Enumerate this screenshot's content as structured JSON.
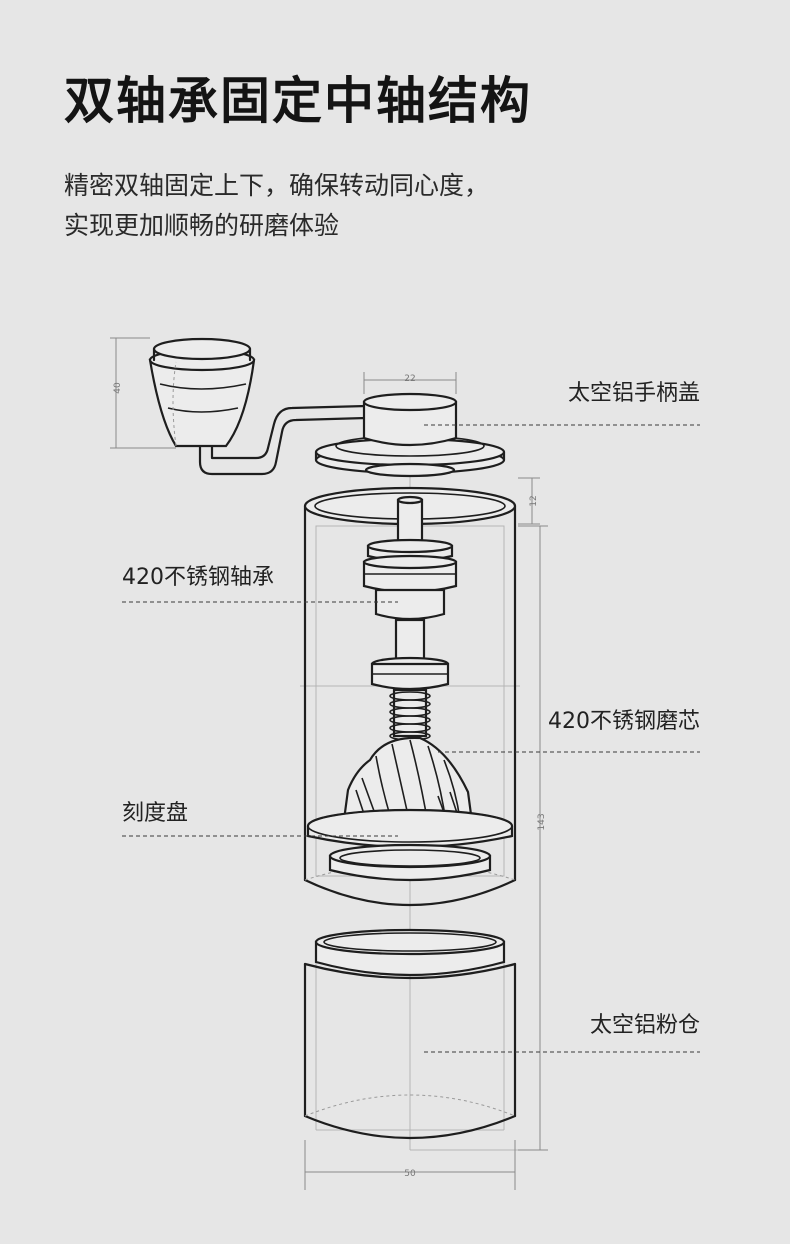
{
  "heading": {
    "title": "双轴承固定中轴结构",
    "subtitle_lines": [
      "精密双轴固定上下，确保转动同心度，",
      "实现更加顺畅的研磨体验"
    ]
  },
  "callouts": {
    "handle_cap": "太空铝手柄盖",
    "bearing": "420不锈钢轴承",
    "burr": "420不锈钢磨芯",
    "dial": "刻度盘",
    "powder_bin": "太空铝粉仓"
  },
  "dimensions": {
    "knob_height": "40",
    "cap_width": "22",
    "cap_height": "12",
    "body_height": "143",
    "body_width": "50"
  },
  "colors": {
    "background": "#e6e6e6",
    "line": "#1e1e1e"
  }
}
